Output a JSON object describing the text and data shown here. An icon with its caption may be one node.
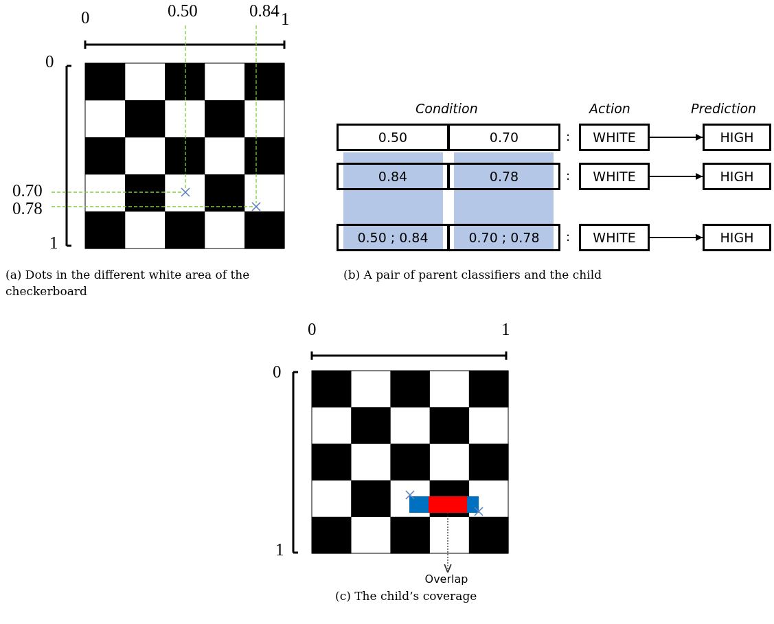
{
  "diagram": {
    "nodes": [
      {
        "text": [
          "0.50"
        ]
      },
      {
        "text": [
          "0.70"
        ]
      },
      {
        "text": [
          "WHITE"
        ]
      },
      {
        "text": [
          "HIGH"
        ]
      },
      {
        "text": [
          "0.84"
        ]
      },
      {
        "text": [
          "0.78"
        ]
      },
      {
        "text": [
          "WHITE"
        ]
      },
      {
        "text": [
          "HIGH"
        ]
      },
      {
        "text": [
          "0.50 ; 0.84"
        ]
      },
      {
        "text": [
          "0.70 ; 0.78"
        ]
      },
      {
        "text": [
          "WHITE"
        ]
      },
      {
        "text": [
          "HIGH"
        ]
      },
      {
        "text": [],
        "shape": "box"
      },
      {
        "text": [
          "Overlap"
        ]
      }
    ],
    "edges": [
      {
        "from": 2,
        "to": 3,
        "arrow": "to"
      },
      {
        "from": 6,
        "to": 7,
        "arrow": "to"
      },
      {
        "from": 10,
        "to": 11,
        "arrow": "to"
      },
      {
        "from": 12,
        "to": 13,
        "arrow": "to",
        "style": "dashed"
      }
    ],
    "labels": [
      "0",
      "0.50",
      "0.84",
      "1",
      "0",
      "0.70",
      "0.78",
      "1",
      "Condition",
      "Action",
      "Prediction",
      ":",
      ":",
      ":",
      "(a) Dots in the different white area of the checkerboard",
      "(b) A pair of parent classifiers and the child",
      "0",
      "1",
      "0",
      "1",
      "(c) The child’s coverage"
    ]
  }
}
